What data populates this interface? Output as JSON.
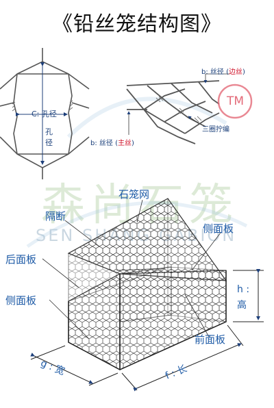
{
  "title": "《铅丝笼结构图》",
  "top_diagram": {
    "hole_label": "C: 孔径",
    "hole_vertical_1": "孔",
    "hole_vertical_2": "径",
    "edge_wire_prefix": "b: 丝径 (",
    "edge_wire_red": "边丝",
    "edge_wire_suffix": ")",
    "main_wire_prefix": "b: 丝径 (",
    "main_wire_red": "主丝",
    "main_wire_suffix": ")",
    "triple_twist": "三圈拧编",
    "tm_mark": "TM"
  },
  "box_diagram": {
    "stone_cage_mesh": "石笼网",
    "partition": "隔断",
    "side_panel_right": "侧面板",
    "back_panel": "后面板",
    "side_panel_left": "侧面板",
    "front_panel": "前面板",
    "height_h": "h :",
    "height_word": "高",
    "width_label": "g : 宽",
    "length_label": "f : 长"
  },
  "watermark": {
    "chinese": "森尚石笼",
    "english": "SEN SHANG GABION"
  },
  "colors": {
    "label_blue": "#1d5aa6",
    "accent_red": "#d0142b",
    "mesh_dark": "#444444",
    "watermark_green": "#c3d9b8"
  }
}
